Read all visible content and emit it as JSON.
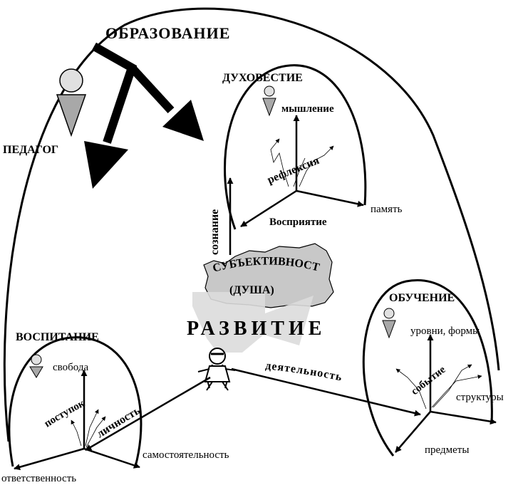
{
  "labels": {
    "obrazovanie": "ОБРАЗОВАНИЕ",
    "pedagog": "ПЕДАГОГ",
    "duhovestie": "ДУХОВЕСТИЕ",
    "myshlenie": "мышление",
    "refleksiya": "рефлексия",
    "pamyat": "память",
    "vospriyatie": "Восприятие",
    "soznanie": "сознание",
    "subektivnost": "СУБЪЕКТИВНОСТЬ",
    "dusha": "(ДУША)",
    "razvitie": "РАЗВИТИЕ",
    "obuchenie": "ОБУЧЕНИЕ",
    "urovni": "уровни, формы",
    "sobytie": "событие",
    "struktury": "структуры",
    "predmety": "предметы",
    "vospitanie": "ВОСПИТАНИЕ",
    "svoboda": "свобода",
    "postupok": "поступок",
    "lichnost": "личность",
    "deyatelnost": "деятельность",
    "samostoyatelnost": "самостоятельность",
    "otvetstvennost": "ответственность"
  },
  "icons": {
    "large_person": "person-icon",
    "small_person": "person-icon",
    "child": "child-figure-icon"
  },
  "colors": {
    "ink": "#000000",
    "soul_fill": "#c8c8c8",
    "arrow_fill": "#dcdcdc",
    "icon_head": "#e0e0e0",
    "icon_body": "#a8a8a8"
  }
}
